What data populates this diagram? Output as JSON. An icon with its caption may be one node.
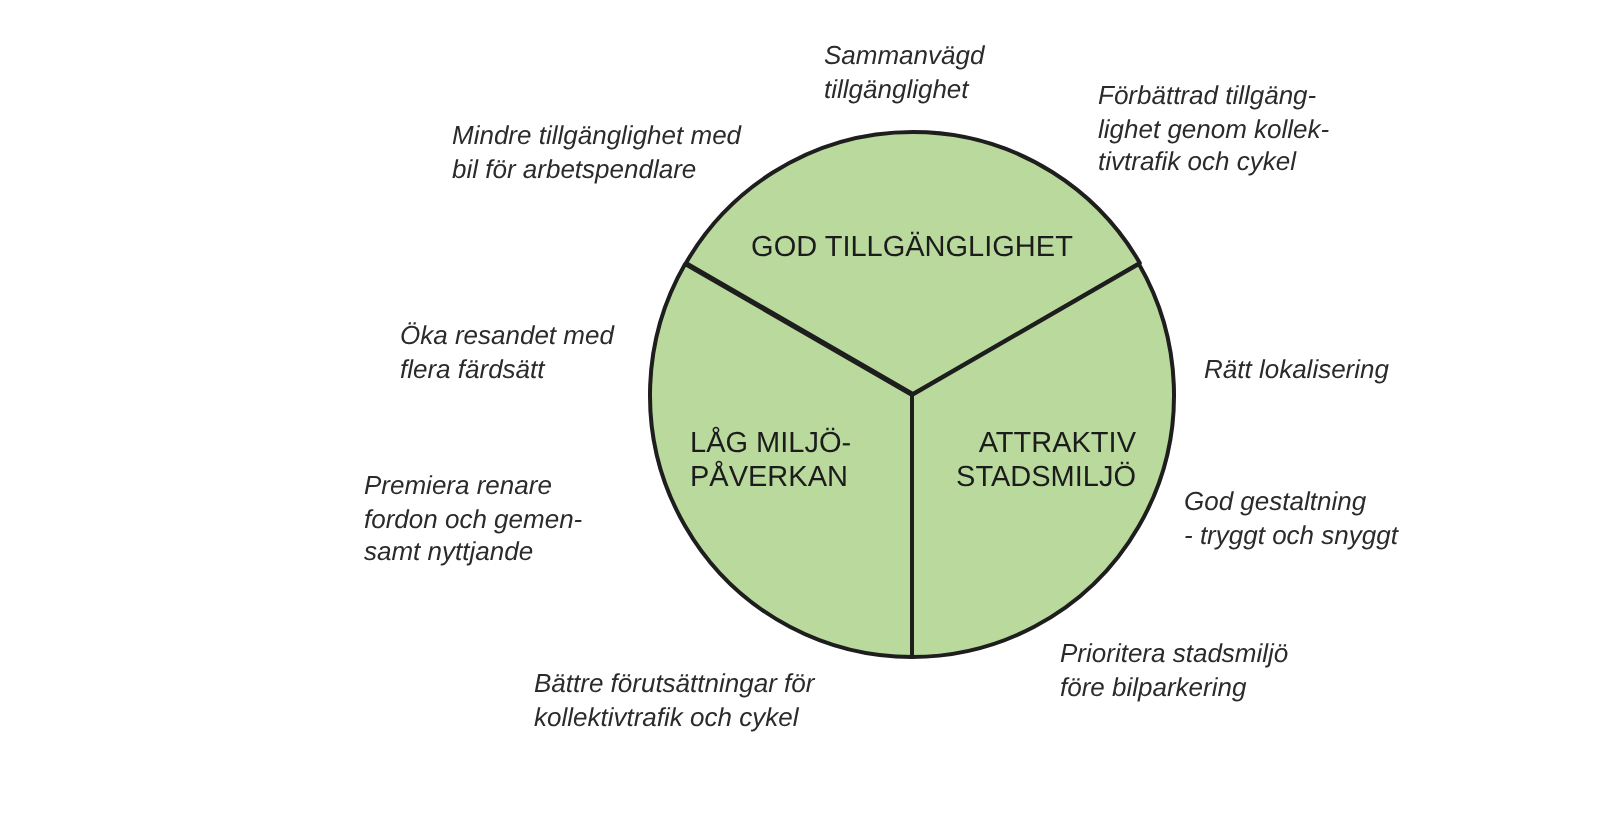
{
  "diagram": {
    "nodes": [
      {
        "text": [
          "GOD TILLGÄNGLIGHET"
        ]
      },
      {
        "text": [
          "LÅG MILJÖ- PÅVERKAN"
        ]
      },
      {
        "text": [
          "ATTRAKTIV STADSMILJÖ"
        ]
      }
    ],
    "labels": [
      "Sammanvägd tillgänglighet",
      "Mindre tillgänglighet med bil för arbetspendlare",
      "Förbättrad tillgäng- lighet genom kollek- tivtrafik och cykel",
      "Öka resandet med flera färdsätt",
      "Rätt lokalisering",
      "Premiera renare fordon och gemen- samt nyttjande",
      "God gestaltning - tryggt och snyggt",
      "Bättre förutsättningar för kollektivtrafik och cykel",
      "Prioritera stadsmiljö före bilparkering"
    ]
  }
}
